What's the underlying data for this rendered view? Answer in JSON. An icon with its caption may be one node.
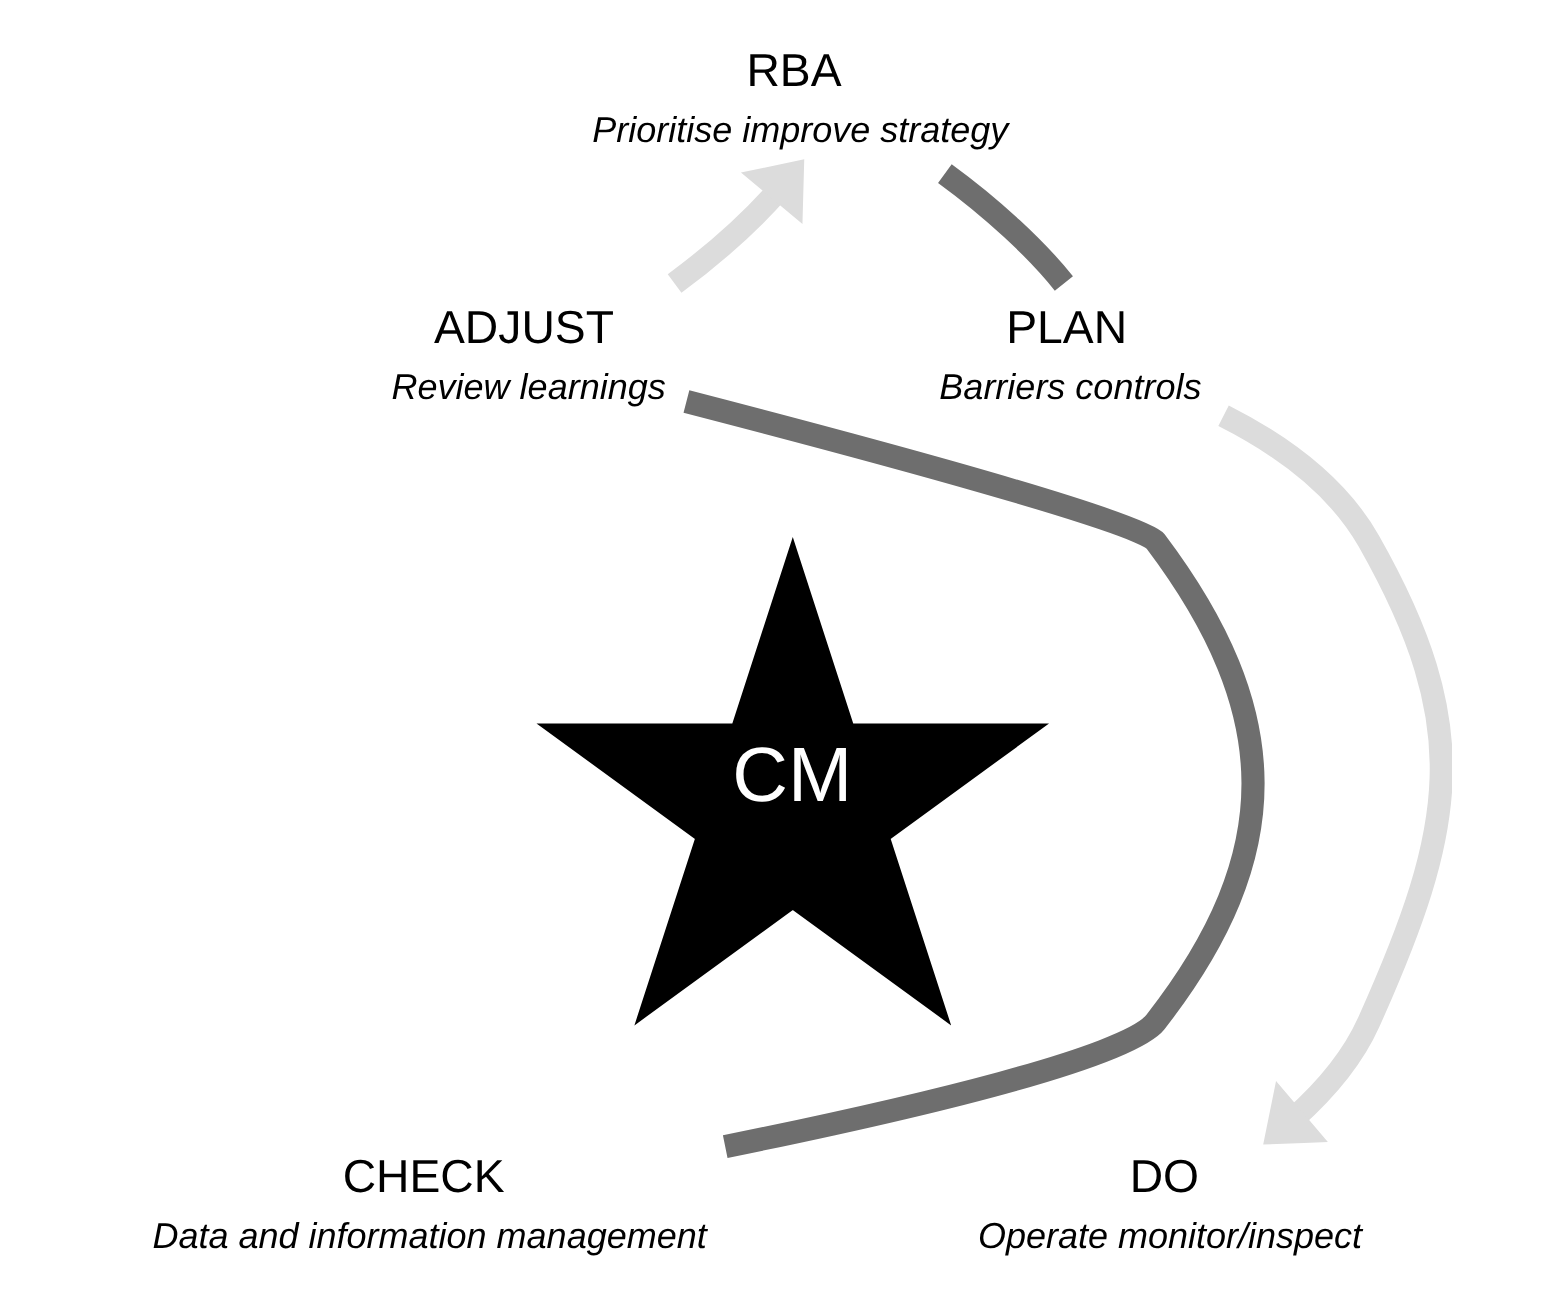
{
  "diagram": {
    "nodes": [
      {
        "text": [
          "RBA"
        ],
        "beside": [
          "Prioritise improve strategy"
        ]
      },
      {
        "text": [
          "ADJUST"
        ],
        "beside": [
          "Review learnings"
        ]
      },
      {
        "text": [
          "PLAN"
        ],
        "beside": [
          "Barriers controls"
        ]
      },
      {
        "text": [
          "CM"
        ]
      },
      {
        "text": [
          "CHECK"
        ],
        "beside": [
          "Data and information management"
        ]
      },
      {
        "text": [
          "DO"
        ],
        "beside": [
          "Operate monitor/inspect"
        ]
      }
    ],
    "edges": [
      {
        "from": 4,
        "to": 1,
        "arrow": "none",
        "color": "#6e6e6e"
      },
      {
        "from": 1,
        "to": 0,
        "arrow": "to",
        "color": "#dcdcdc"
      },
      {
        "from": 0,
        "to": 2,
        "arrow": "none",
        "color": "#6e6e6e"
      },
      {
        "from": 2,
        "to": 5,
        "arrow": "to",
        "color": "#dcdcdc"
      }
    ]
  }
}
